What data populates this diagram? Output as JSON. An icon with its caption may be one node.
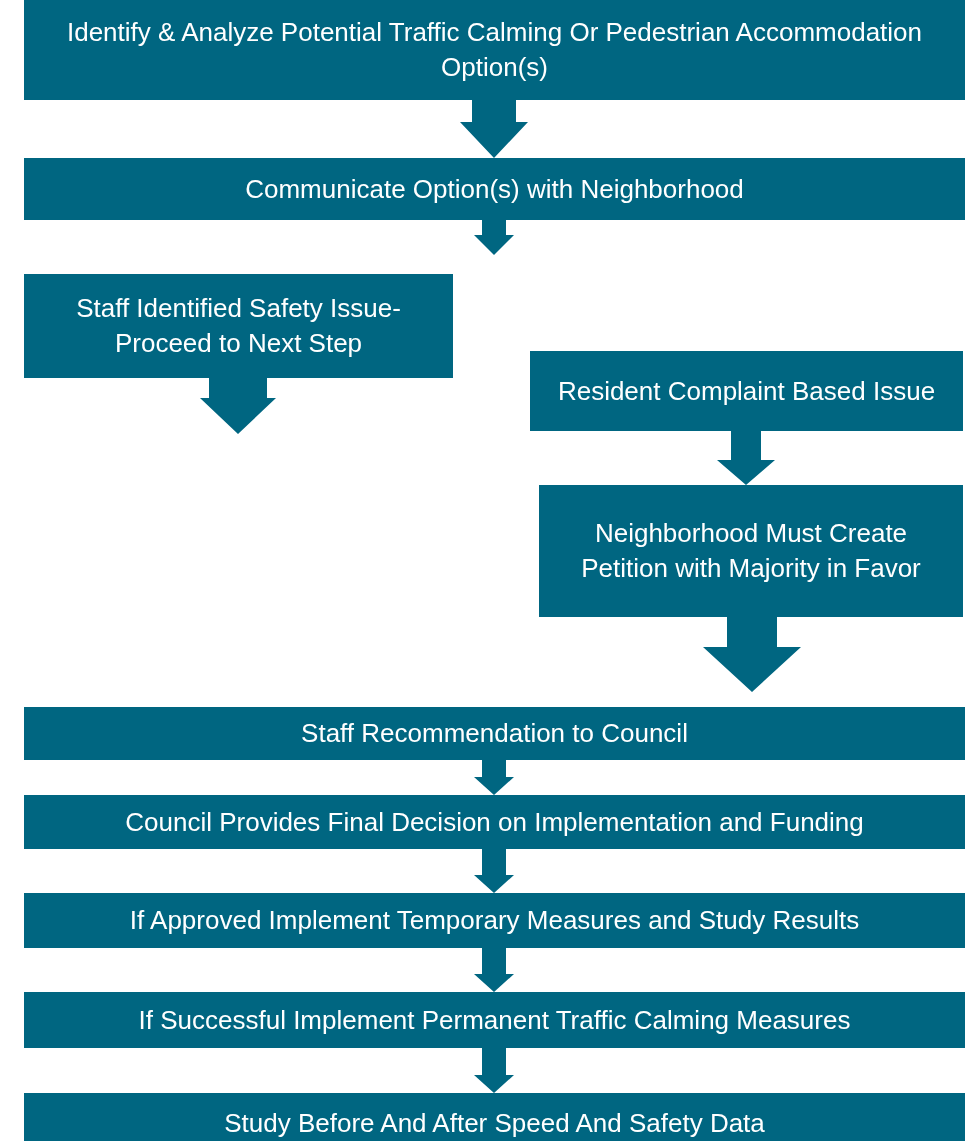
{
  "diagram": {
    "nodes": [
      {
        "text": [
          "Identify & Analyze Potential Traffic Calming Or Pedestrian Accommodation Option(s)"
        ]
      },
      {
        "text": [
          "Communicate Option(s) with Neighborhood"
        ]
      },
      {
        "text": [
          "Staff Identified Safety Issue- Proceed to Next Step"
        ]
      },
      {
        "text": [
          "Resident Complaint Based Issue"
        ]
      },
      {
        "text": [
          "Neighborhood Must Create Petition with Majority in Favor"
        ]
      },
      {
        "text": [
          "Staff Recommendation to Council"
        ]
      },
      {
        "text": [
          "Council Provides Final Decision on Implementation and Funding"
        ]
      },
      {
        "text": [
          "If Approved Implement Temporary Measures and Study Results"
        ]
      },
      {
        "text": [
          "If Successful Implement Permanent Traffic Calming Measures"
        ]
      },
      {
        "text": [
          "Study Before And After Speed And Safety Data"
        ]
      }
    ],
    "edges": [
      {
        "from": 0,
        "to": 1,
        "arrow": "to"
      },
      {
        "from": 1,
        "to": null,
        "arrow": "to"
      },
      {
        "from": 2,
        "to": null,
        "arrow": "to"
      },
      {
        "from": 3,
        "to": 4,
        "arrow": "to"
      },
      {
        "from": 4,
        "to": null,
        "arrow": "to"
      },
      {
        "from": 5,
        "to": 6,
        "arrow": "to"
      },
      {
        "from": 6,
        "to": 7,
        "arrow": "to"
      },
      {
        "from": 7,
        "to": 8,
        "arrow": "to"
      },
      {
        "from": 8,
        "to": 9,
        "arrow": "to"
      }
    ]
  }
}
